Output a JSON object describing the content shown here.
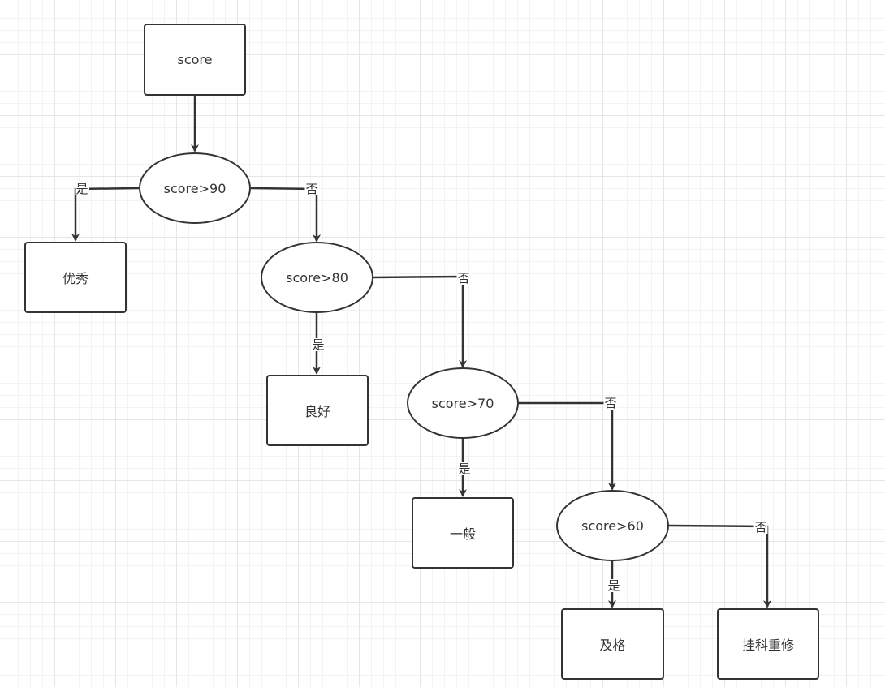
{
  "diagram": {
    "nodes": {
      "score": "score",
      "gt90": "score>90",
      "excellent": "优秀",
      "gt80": "score>80",
      "good": "良好",
      "gt70": "score>70",
      "average": "一般",
      "gt60": "score>60",
      "pass": "及格",
      "fail": "挂科重修"
    },
    "edge_labels": {
      "gt90_yes": "是",
      "gt90_no": "否",
      "gt80_yes": "是",
      "gt80_no": "否",
      "gt70_yes": "是",
      "gt70_no": "否",
      "gt60_yes": "是",
      "gt60_no": "否"
    },
    "colors": {
      "stroke": "#333333",
      "background": "#ffffff",
      "grid": "#e6e6e6"
    }
  }
}
